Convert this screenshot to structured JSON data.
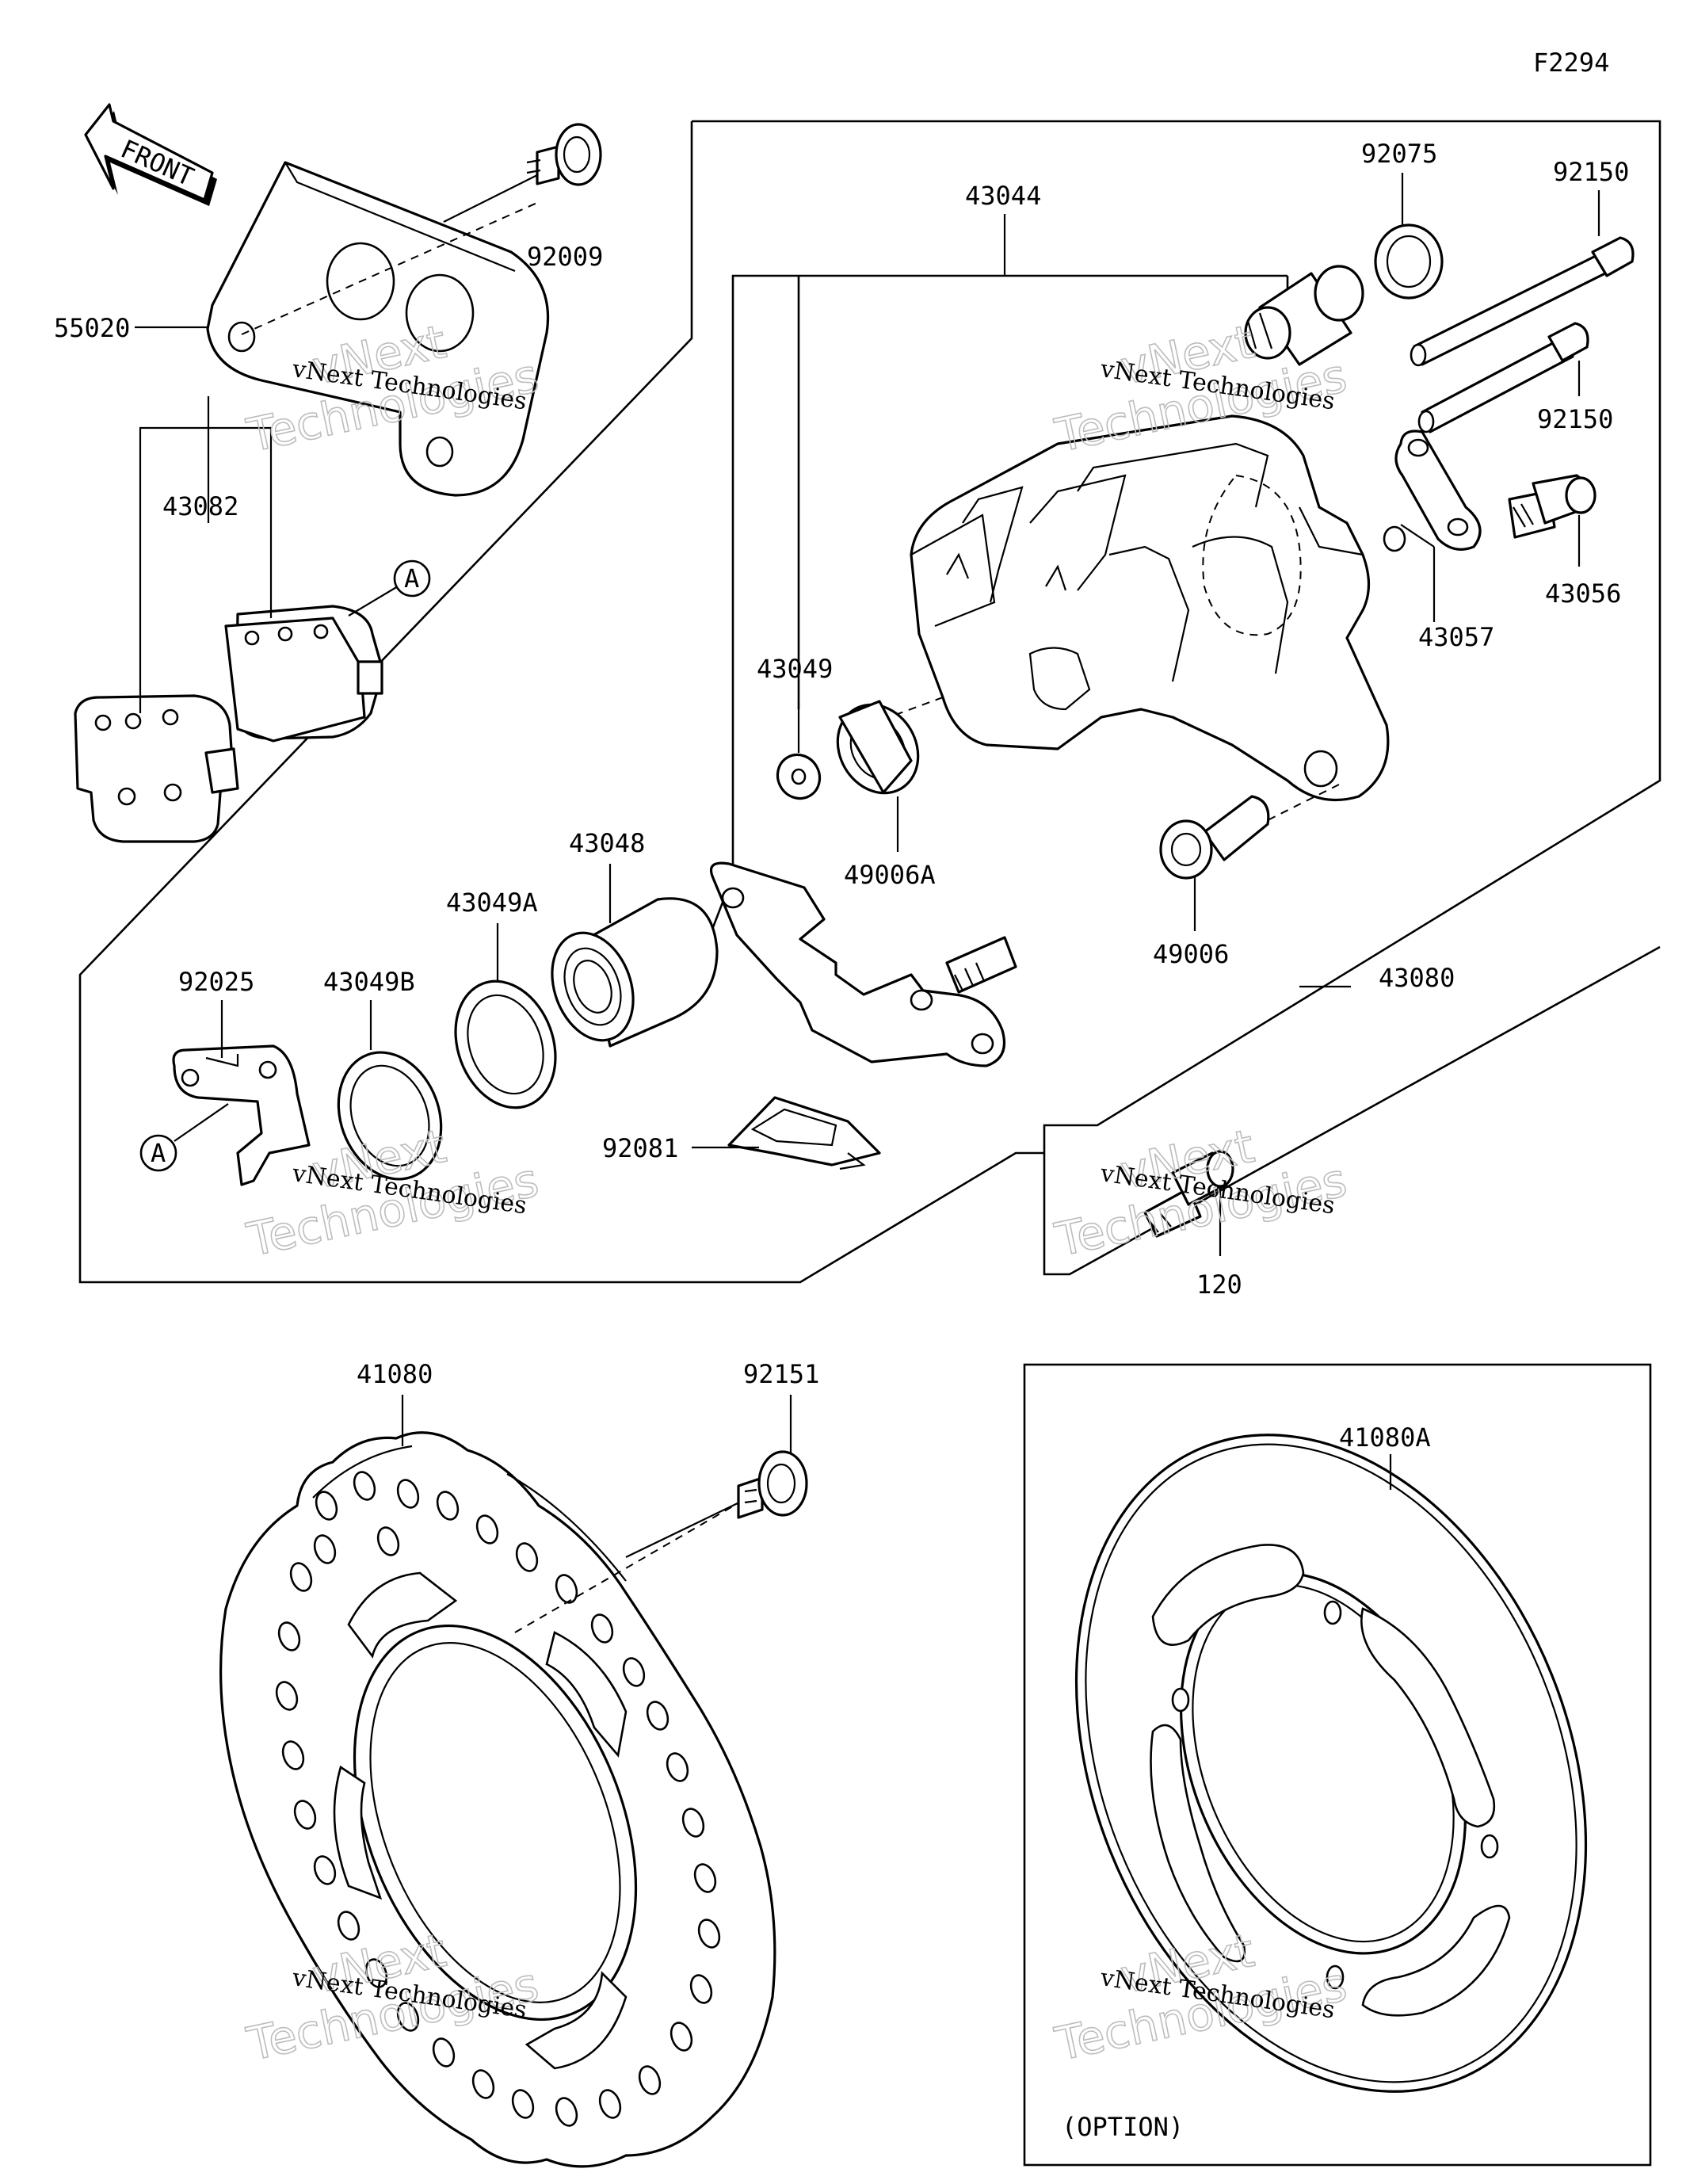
{
  "diagram_code": "F2294",
  "front_arrow": "FRONT",
  "option_note": "(OPTION)",
  "callout_letter": "A",
  "watermark": {
    "line1": "vNext Technologies",
    "line2": "Technologies",
    "badge": "vNext"
  },
  "labels": {
    "p55020": "55020",
    "p92009": "92009",
    "p43082": "43082",
    "p43044": "43044",
    "p92075": "92075",
    "p92150a": "92150",
    "p92150b": "92150",
    "p43056": "43056",
    "p43057": "43057",
    "p43049": "43049",
    "p49006A": "49006A",
    "p49006": "49006",
    "p43080": "43080",
    "p43048": "43048",
    "p43049A": "43049A",
    "p43049B": "43049B",
    "p92025": "92025",
    "p92081": "92081",
    "p120": "120",
    "p41080": "41080",
    "p92151": "92151",
    "p41080A": "41080A"
  }
}
